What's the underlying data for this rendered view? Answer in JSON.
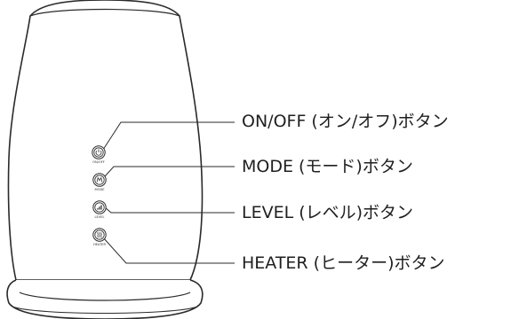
{
  "device": {
    "buttons": [
      {
        "symbol": "power",
        "caption": "ON/OFF",
        "callout": "ON/OFF (オン/オフ)ボタン"
      },
      {
        "symbol": "mode",
        "caption": "MODE",
        "callout": "MODE (モード)ボタン"
      },
      {
        "symbol": "level",
        "caption": "LEVEL",
        "callout": "LEVEL (レベル)ボタン"
      },
      {
        "symbol": "heater",
        "caption": "HEATER",
        "callout": "HEATER (ヒーター)ボタン"
      }
    ]
  },
  "colors": {
    "outline": "#2a2a2a",
    "text": "#1f1f1f",
    "background": "#ffffff"
  }
}
